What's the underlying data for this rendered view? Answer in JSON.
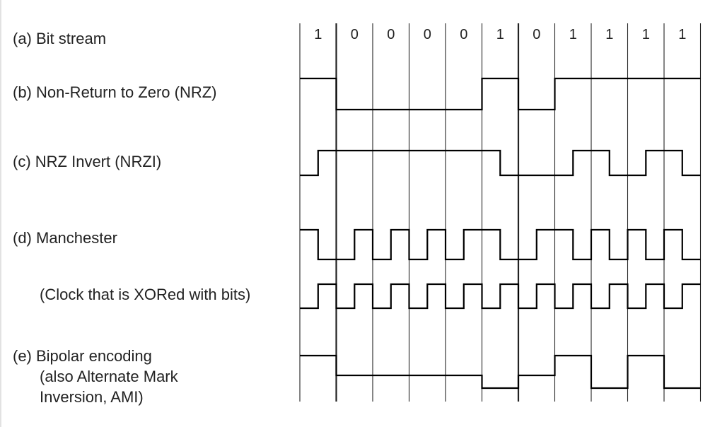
{
  "labels": {
    "bit_stream": "(a) Bit stream",
    "nrz": "(b) Non-Return to Zero (NRZ)",
    "nrzi": "(c) NRZ Invert (NRZI)",
    "manchester": "(d) Manchester",
    "clock": "(Clock that is XORed with bits)",
    "bipolar_line1": "(e) Bipolar encoding",
    "bipolar_line2": "(also Alternate Mark",
    "bipolar_line3": "Inversion, AMI)"
  },
  "bits": [
    "1",
    "0",
    "0",
    "0",
    "0",
    "1",
    "0",
    "1",
    "1",
    "1",
    "1"
  ],
  "colors": {
    "line": "#000000",
    "grid": "#222222",
    "text": "#222222"
  }
}
